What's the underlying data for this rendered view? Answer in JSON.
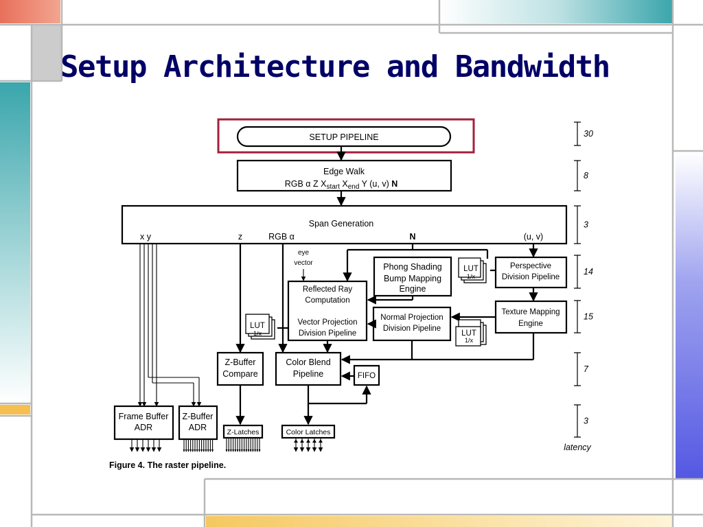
{
  "slide": {
    "title": "Setup Architecture and Bandwidth"
  },
  "diagram": {
    "setup_pipeline": "SETUP PIPELINE",
    "edge_walk": {
      "line1": "Edge Walk",
      "line2_prefix": "RGB α Z X",
      "sub_start": "start",
      "x2": " X",
      "sub_end": "end",
      "line2_suffix": " Y (u, v) ",
      "bold_n": "N"
    },
    "span_generation": {
      "label": "Span Generation",
      "out_xy": "x y",
      "out_z": "z",
      "out_rgb": "RGB α",
      "out_n": "N",
      "out_uv": "(u, v)"
    },
    "eye_vector": [
      "eye",
      "vector"
    ],
    "reflected_ray": [
      "Reflected Ray",
      "Computation",
      "Vector Projection",
      "Division Pipeline"
    ],
    "phong": [
      "Phong Shading",
      "Bump Mapping",
      "Engine"
    ],
    "lut_top": [
      "LUT",
      "1/x"
    ],
    "perspective": [
      "Perspective",
      "Division Pipeline"
    ],
    "normal_projection": [
      "Normal Projection",
      "Division Pipeline"
    ],
    "texture_mapping": [
      "Texture Mapping",
      "Engine"
    ],
    "lut_left": [
      "LUT",
      "1/x"
    ],
    "lut_mid": [
      "LUT",
      "1/x"
    ],
    "zbuffer_compare": [
      "Z-Buffer",
      "Compare"
    ],
    "color_blend": [
      "Color Blend",
      "Pipeline"
    ],
    "fifo": "FIFO",
    "frame_buffer_adr": [
      "Frame Buffer",
      "ADR"
    ],
    "zbuffer_adr": [
      "Z-Buffer",
      "ADR"
    ],
    "z_latches": "Z-Latches",
    "color_latches": "Color Latches",
    "latency": {
      "values": [
        "30",
        "8",
        "3",
        "14",
        "15",
        "7",
        "3"
      ],
      "label": "latency"
    },
    "caption": "Figure 4. The raster pipeline."
  },
  "colors": {
    "title": "#000066",
    "highlight_box": "#a3203a",
    "teal_bar": "#3aa0a8",
    "orange_bar": "#e87058",
    "blue_bar": "#5a5ee0",
    "gold_bar": "#f0b040"
  }
}
